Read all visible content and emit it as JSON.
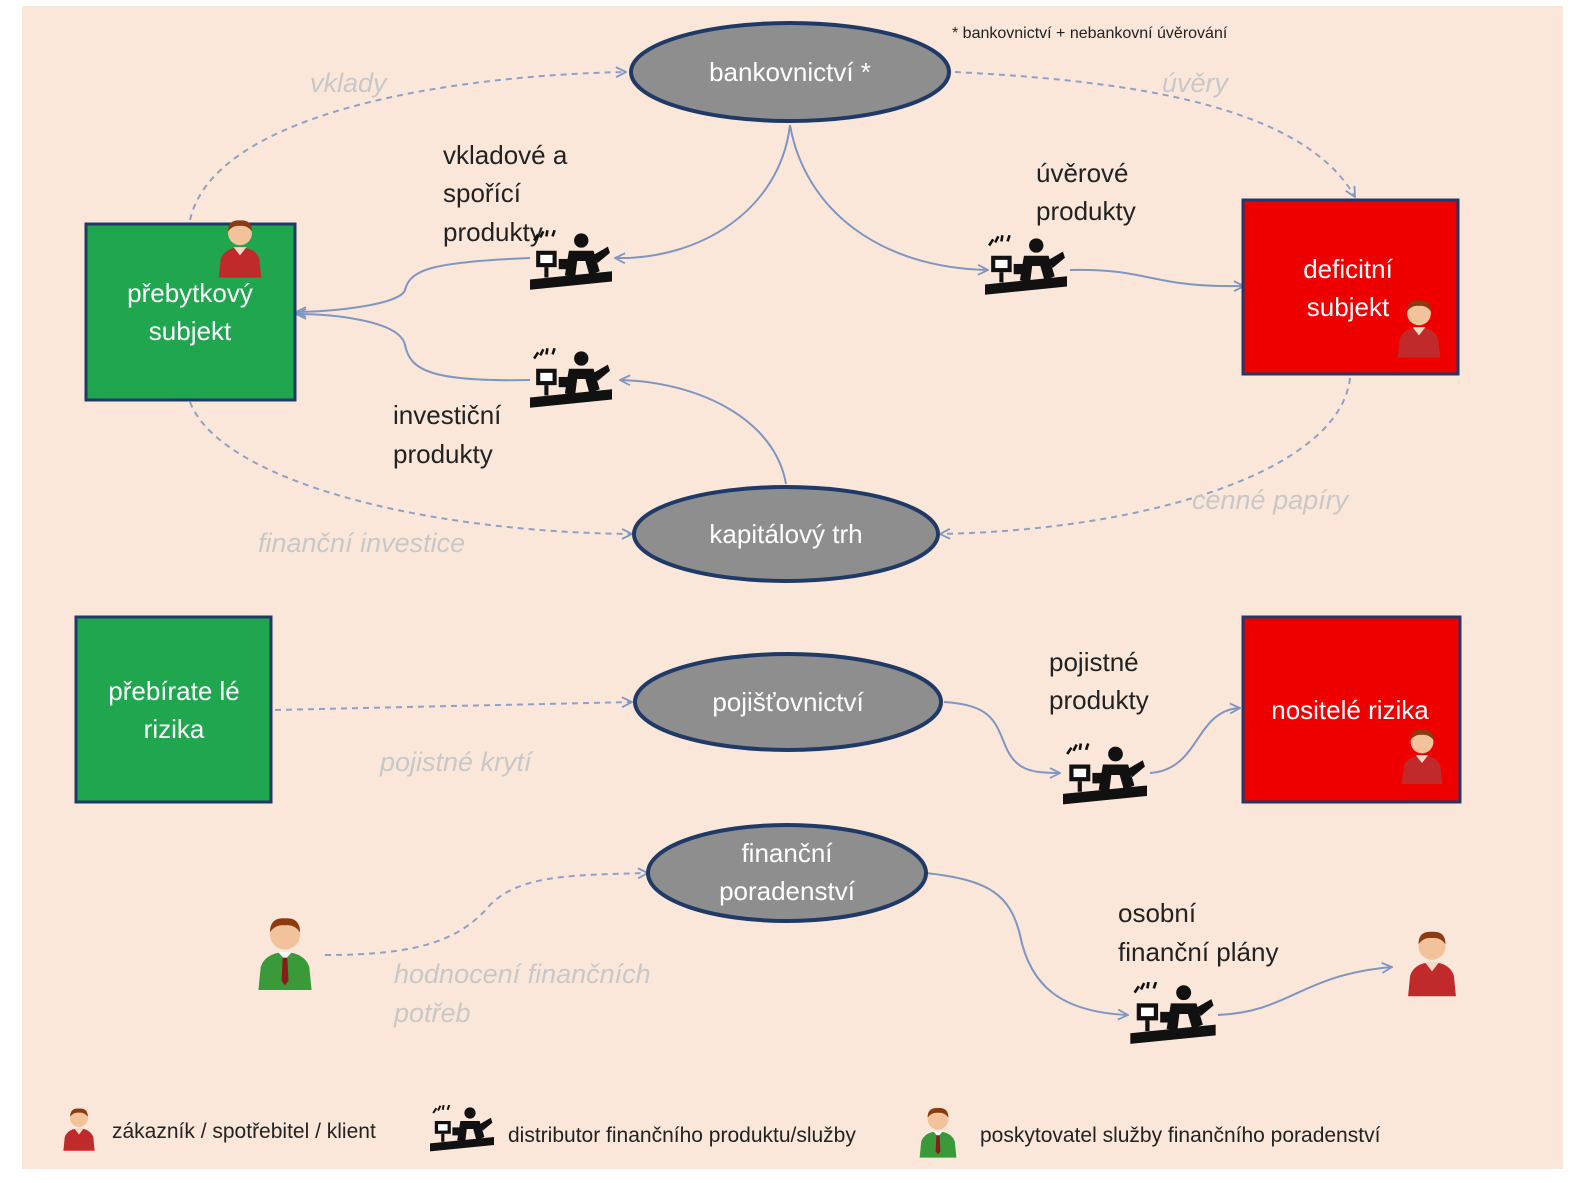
{
  "footnote": "* bankovnictví + nebankovní úvěrování",
  "nodes": {
    "banking": "bankovnictví *",
    "capital_market": "kapitálový trh",
    "insurance": "pojišťovnictví",
    "advisory": [
      "finanční",
      "poradenství"
    ],
    "surplus": [
      "přebytkový",
      "subjekt"
    ],
    "deficit": [
      "deficitní",
      "subjekt"
    ],
    "risk_takers": [
      "přebírate lé",
      "rizika"
    ],
    "risk_bearers": "nositelé rizika"
  },
  "flow_labels": {
    "deposits": "vklady",
    "loans": "úvěry",
    "securities": "cenné papíry",
    "financial_investment": "finanční investice",
    "insurance_cover": "pojistné krytí",
    "needs_assessment": [
      "hodnocení finančních",
      "potřeb"
    ]
  },
  "product_labels": {
    "deposit_products": [
      "vkladové a",
      "spořící",
      "produkty"
    ],
    "credit_products": [
      "úvěrové",
      "produkty"
    ],
    "investment_products": [
      "investiční",
      "produkty"
    ],
    "insurance_products": [
      "pojistné",
      "produkty"
    ],
    "personal_plans": [
      "osobní",
      "finanční plány"
    ]
  },
  "legend": {
    "customer": "zákazník / spotřebitel / klient",
    "distributor": "distributor finančního produktu/služby",
    "advisor": "poskytovatel služby finančního poradenství"
  },
  "colors": {
    "background": "#fbe7da",
    "green_box": "#1fa64f",
    "red_box": "#ee0000",
    "ellipse_fill": "#8e8e8e",
    "ellipse_stroke": "#1f3a66",
    "arrow": "#7f96c0",
    "faded_text": "#c8c8c8"
  },
  "icons": {
    "customer": "customer-person-icon",
    "distributor": "distributor-icon",
    "advisor": "advisor-person-icon"
  }
}
